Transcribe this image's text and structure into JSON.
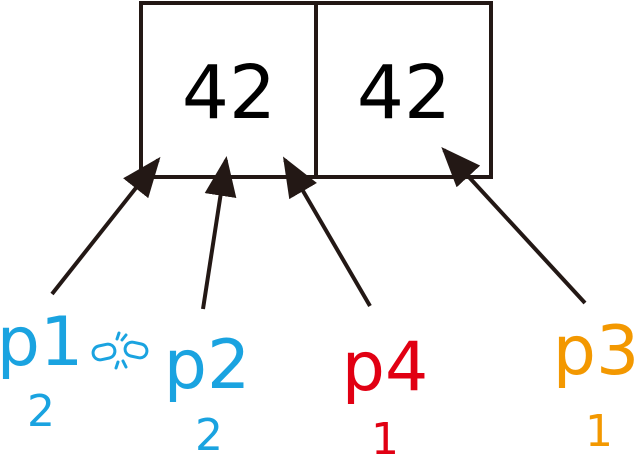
{
  "cells": [
    {
      "value": "42"
    },
    {
      "value": "42"
    }
  ],
  "pointers": [
    {
      "label": "p1",
      "count": "2",
      "color": "#1aa3e0"
    },
    {
      "label": "p2",
      "count": "2",
      "color": "#1aa3e0"
    },
    {
      "label": "p4",
      "count": "1",
      "color": "#e10013"
    },
    {
      "label": "p3",
      "count": "1",
      "color": "#f39800"
    }
  ],
  "link_icon": {
    "name": "broken-link-icon",
    "color": "#1aa3e0"
  },
  "arrow_color": "#231815"
}
